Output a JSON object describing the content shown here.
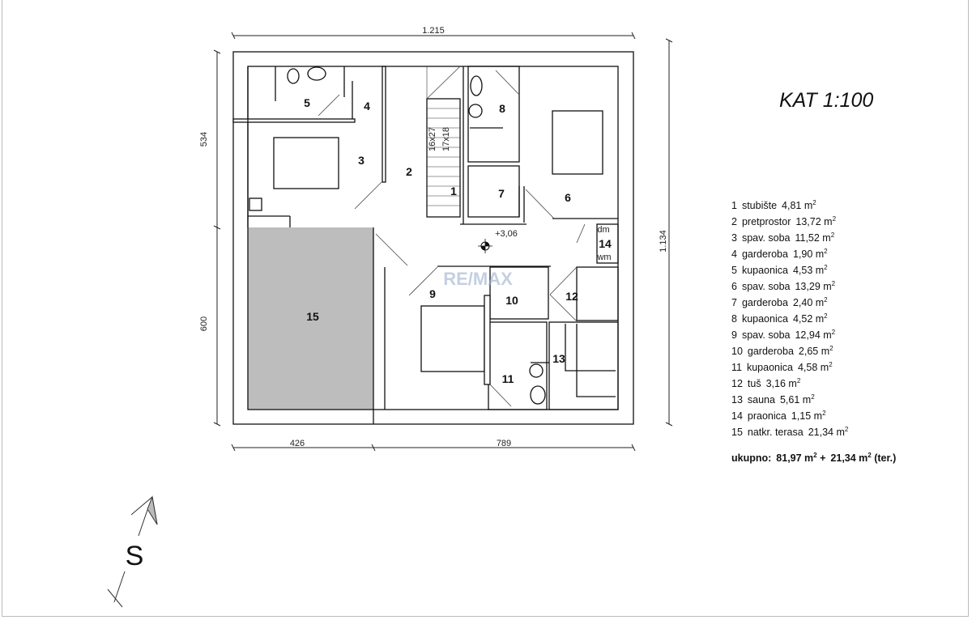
{
  "title": "KAT 1:100",
  "dimensions": {
    "top": "1.215",
    "left_upper": "534",
    "left_lower": "600",
    "right": "1.134",
    "bottom_left": "426",
    "bottom_right": "789"
  },
  "level_mark": "+3,06",
  "stair_note": [
    "16x27",
    "17x18"
  ],
  "appliance_labels": {
    "dryer": "dm",
    "washer": "wm"
  },
  "compass_letter": "S",
  "watermark": "RE/MAX",
  "room_labels": [
    "1",
    "2",
    "3",
    "4",
    "5",
    "6",
    "7",
    "8",
    "9",
    "10",
    "11",
    "12",
    "13",
    "14",
    "15"
  ],
  "legend": [
    {
      "no": "1",
      "name": "stubište",
      "area": "4,81 m"
    },
    {
      "no": "2",
      "name": "pretprostor",
      "area": "13,72 m"
    },
    {
      "no": "3",
      "name": "spav. soba",
      "area": "11,52 m"
    },
    {
      "no": "4",
      "name": "garderoba",
      "area": "1,90 m"
    },
    {
      "no": "5",
      "name": "kupaonica",
      "area": "4,53 m"
    },
    {
      "no": "6",
      "name": "spav. soba",
      "area": "13,29 m"
    },
    {
      "no": "7",
      "name": "garderoba",
      "area": "2,40 m"
    },
    {
      "no": "8",
      "name": "kupaonica",
      "area": "4,52 m"
    },
    {
      "no": "9",
      "name": "spav. soba",
      "area": "12,94 m"
    },
    {
      "no": "10",
      "name": "garderoba",
      "area": "2,65 m"
    },
    {
      "no": "11",
      "name": "kupaonica",
      "area": "4,58 m"
    },
    {
      "no": "12",
      "name": "tuš",
      "area": "3,16 m"
    },
    {
      "no": "13",
      "name": "sauna",
      "area": "5,61 m"
    },
    {
      "no": "14",
      "name": "praonica",
      "area": "1,15 m"
    },
    {
      "no": "15",
      "name": "natkr. terasa",
      "area": "21,34 m"
    }
  ],
  "total": {
    "label": "ukupno:",
    "main": "81,97 m",
    "plus": "+",
    "terrace": "21,34 m",
    "suffix": "(ter.)"
  },
  "sup": "2"
}
